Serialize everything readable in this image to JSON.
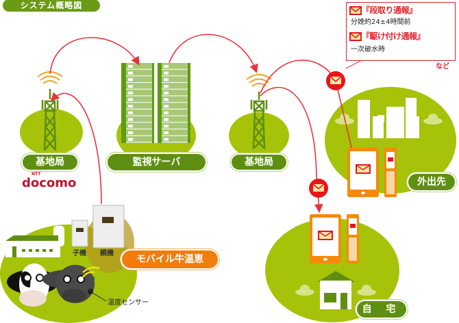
{
  "header": {
    "title": "システム概略図"
  },
  "nodes": {
    "base_station_1": {
      "label": "基地局",
      "carrier_logo": "docomo",
      "carrier_logo_small": "NTT"
    },
    "monitor_server": {
      "label": "監視サーバ"
    },
    "base_station_2": {
      "label": "基地局"
    },
    "outside": {
      "label": "外出先"
    },
    "home": {
      "label": "自 宅"
    },
    "mobile_gyuonkei": {
      "label": "モバイル牛温恵",
      "child_unit": "子機",
      "parent_unit": "親機",
      "sensor": "温度センサー"
    }
  },
  "notifications": [
    {
      "title": "『段取り通報』",
      "detail": "分娩約24±4時間前",
      "icon": "mail-icon"
    },
    {
      "title": "『駆け付け通報』",
      "detail": "一次破水時",
      "icon": "mail-icon"
    }
  ],
  "notifications_more": "など",
  "colors": {
    "green_dark": "#5f8f12",
    "green_light": "#a6c30a",
    "orange": "#f07d0c",
    "red": "#e0252b",
    "arrow": "#e8333a"
  }
}
